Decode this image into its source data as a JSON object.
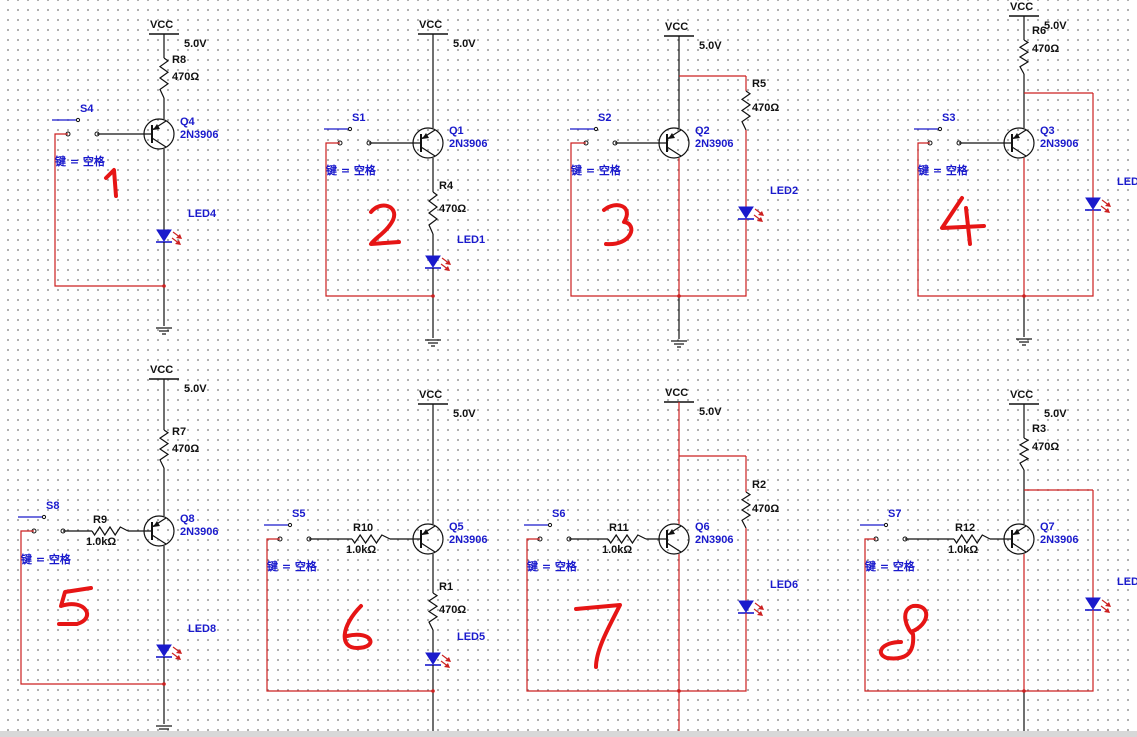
{
  "circuits": [
    {
      "id": 1,
      "number": "1",
      "switch": "S4",
      "key": "键 = 空格",
      "transistor": "Q4",
      "model": "2N3906",
      "vcc": "VCC",
      "voltage": "5.0V",
      "r_top": {
        "name": "R8",
        "value": "470Ω"
      },
      "r_bot": null,
      "r_base": null,
      "led": "LED4"
    },
    {
      "id": 2,
      "number": "2",
      "switch": "S1",
      "key": "键 = 空格",
      "transistor": "Q1",
      "model": "2N3906",
      "vcc": "VCC",
      "voltage": "5.0V",
      "r_top": null,
      "r_bot": {
        "name": "R4",
        "value": "470Ω"
      },
      "r_base": null,
      "led": "LED1"
    },
    {
      "id": 3,
      "number": "3",
      "switch": "S2",
      "key": "键 = 空格",
      "transistor": "Q2",
      "model": "2N3906",
      "vcc": "VCC",
      "voltage": "5.0V",
      "r_top": {
        "name": "R5",
        "value": "470Ω"
      },
      "r_bot": null,
      "r_base": null,
      "led": "LED2"
    },
    {
      "id": 4,
      "number": "4",
      "switch": "S3",
      "key": "键 = 空格",
      "transistor": "Q3",
      "model": "2N3906",
      "vcc": "VCC",
      "voltage": "5.0V",
      "r_top": {
        "name": "R6",
        "value": "470Ω"
      },
      "r_bot": null,
      "r_base": null,
      "led": "LED"
    },
    {
      "id": 5,
      "number": "5",
      "switch": "S8",
      "key": "键 = 空格",
      "transistor": "Q8",
      "model": "2N3906",
      "vcc": "VCC",
      "voltage": "5.0V",
      "r_top": {
        "name": "R7",
        "value": "470Ω"
      },
      "r_bot": null,
      "r_base": {
        "name": "R9",
        "value": "1.0kΩ"
      },
      "led": "LED8"
    },
    {
      "id": 6,
      "number": "6",
      "switch": "S5",
      "key": "键 = 空格",
      "transistor": "Q5",
      "model": "2N3906",
      "vcc": "VCC",
      "voltage": "5.0V",
      "r_top": null,
      "r_bot": {
        "name": "R1",
        "value": "470Ω"
      },
      "r_base": {
        "name": "R10",
        "value": "1.0kΩ"
      },
      "led": "LED5"
    },
    {
      "id": 7,
      "number": "7",
      "switch": "S6",
      "key": "键 = 空格",
      "transistor": "Q6",
      "model": "2N3906",
      "vcc": "VCC",
      "voltage": "5.0V",
      "r_top": {
        "name": "R2",
        "value": "470Ω"
      },
      "r_bot": null,
      "r_base": {
        "name": "R11",
        "value": "1.0kΩ"
      },
      "led": "LED6"
    },
    {
      "id": 8,
      "number": "8",
      "switch": "S7",
      "key": "键 = 空格",
      "transistor": "Q7",
      "model": "2N3906",
      "vcc": "VCC",
      "voltage": "5.0V",
      "r_top": {
        "name": "R3",
        "value": "470Ω"
      },
      "r_bot": null,
      "r_base": {
        "name": "R12",
        "value": "1.0kΩ"
      },
      "led": "LED"
    }
  ],
  "colors": {
    "wire_black": "#111111",
    "wire_red": "#cc2020",
    "component": "#1a1acc",
    "label": "#1a1acc",
    "annotation": "#e61515"
  }
}
